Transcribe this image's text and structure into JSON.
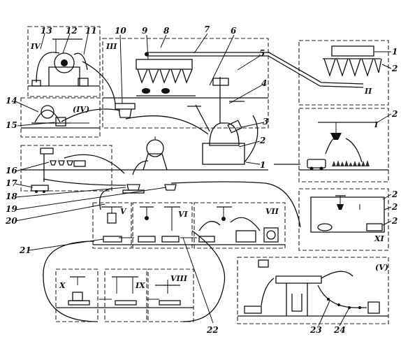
{
  "sections": [
    {
      "id": "IV",
      "label": "IV"
    },
    {
      "id": "IVb",
      "label": "(IV)"
    },
    {
      "id": "III",
      "label": "III"
    },
    {
      "id": "IIcorner",
      "label": "II"
    },
    {
      "id": "I",
      "label": "I"
    },
    {
      "id": "V",
      "label": "V"
    },
    {
      "id": "VI",
      "label": "VI"
    },
    {
      "id": "VII",
      "label": "VII"
    },
    {
      "id": "X",
      "label": "X"
    },
    {
      "id": "IX",
      "label": "IX"
    },
    {
      "id": "VIII",
      "label": "VIII"
    },
    {
      "id": "XI",
      "label": "XI"
    },
    {
      "id": "Vb",
      "label": "(V)"
    }
  ],
  "numbers": [
    "1",
    "2",
    "3",
    "4",
    "5",
    "6",
    "7",
    "8",
    "9",
    "10",
    "11",
    "12",
    "13",
    "14",
    "15",
    "16",
    "17",
    "18",
    "19",
    "20",
    "21",
    "22",
    "23",
    "24",
    "1",
    "2",
    "2",
    "2",
    "2",
    "2"
  ]
}
